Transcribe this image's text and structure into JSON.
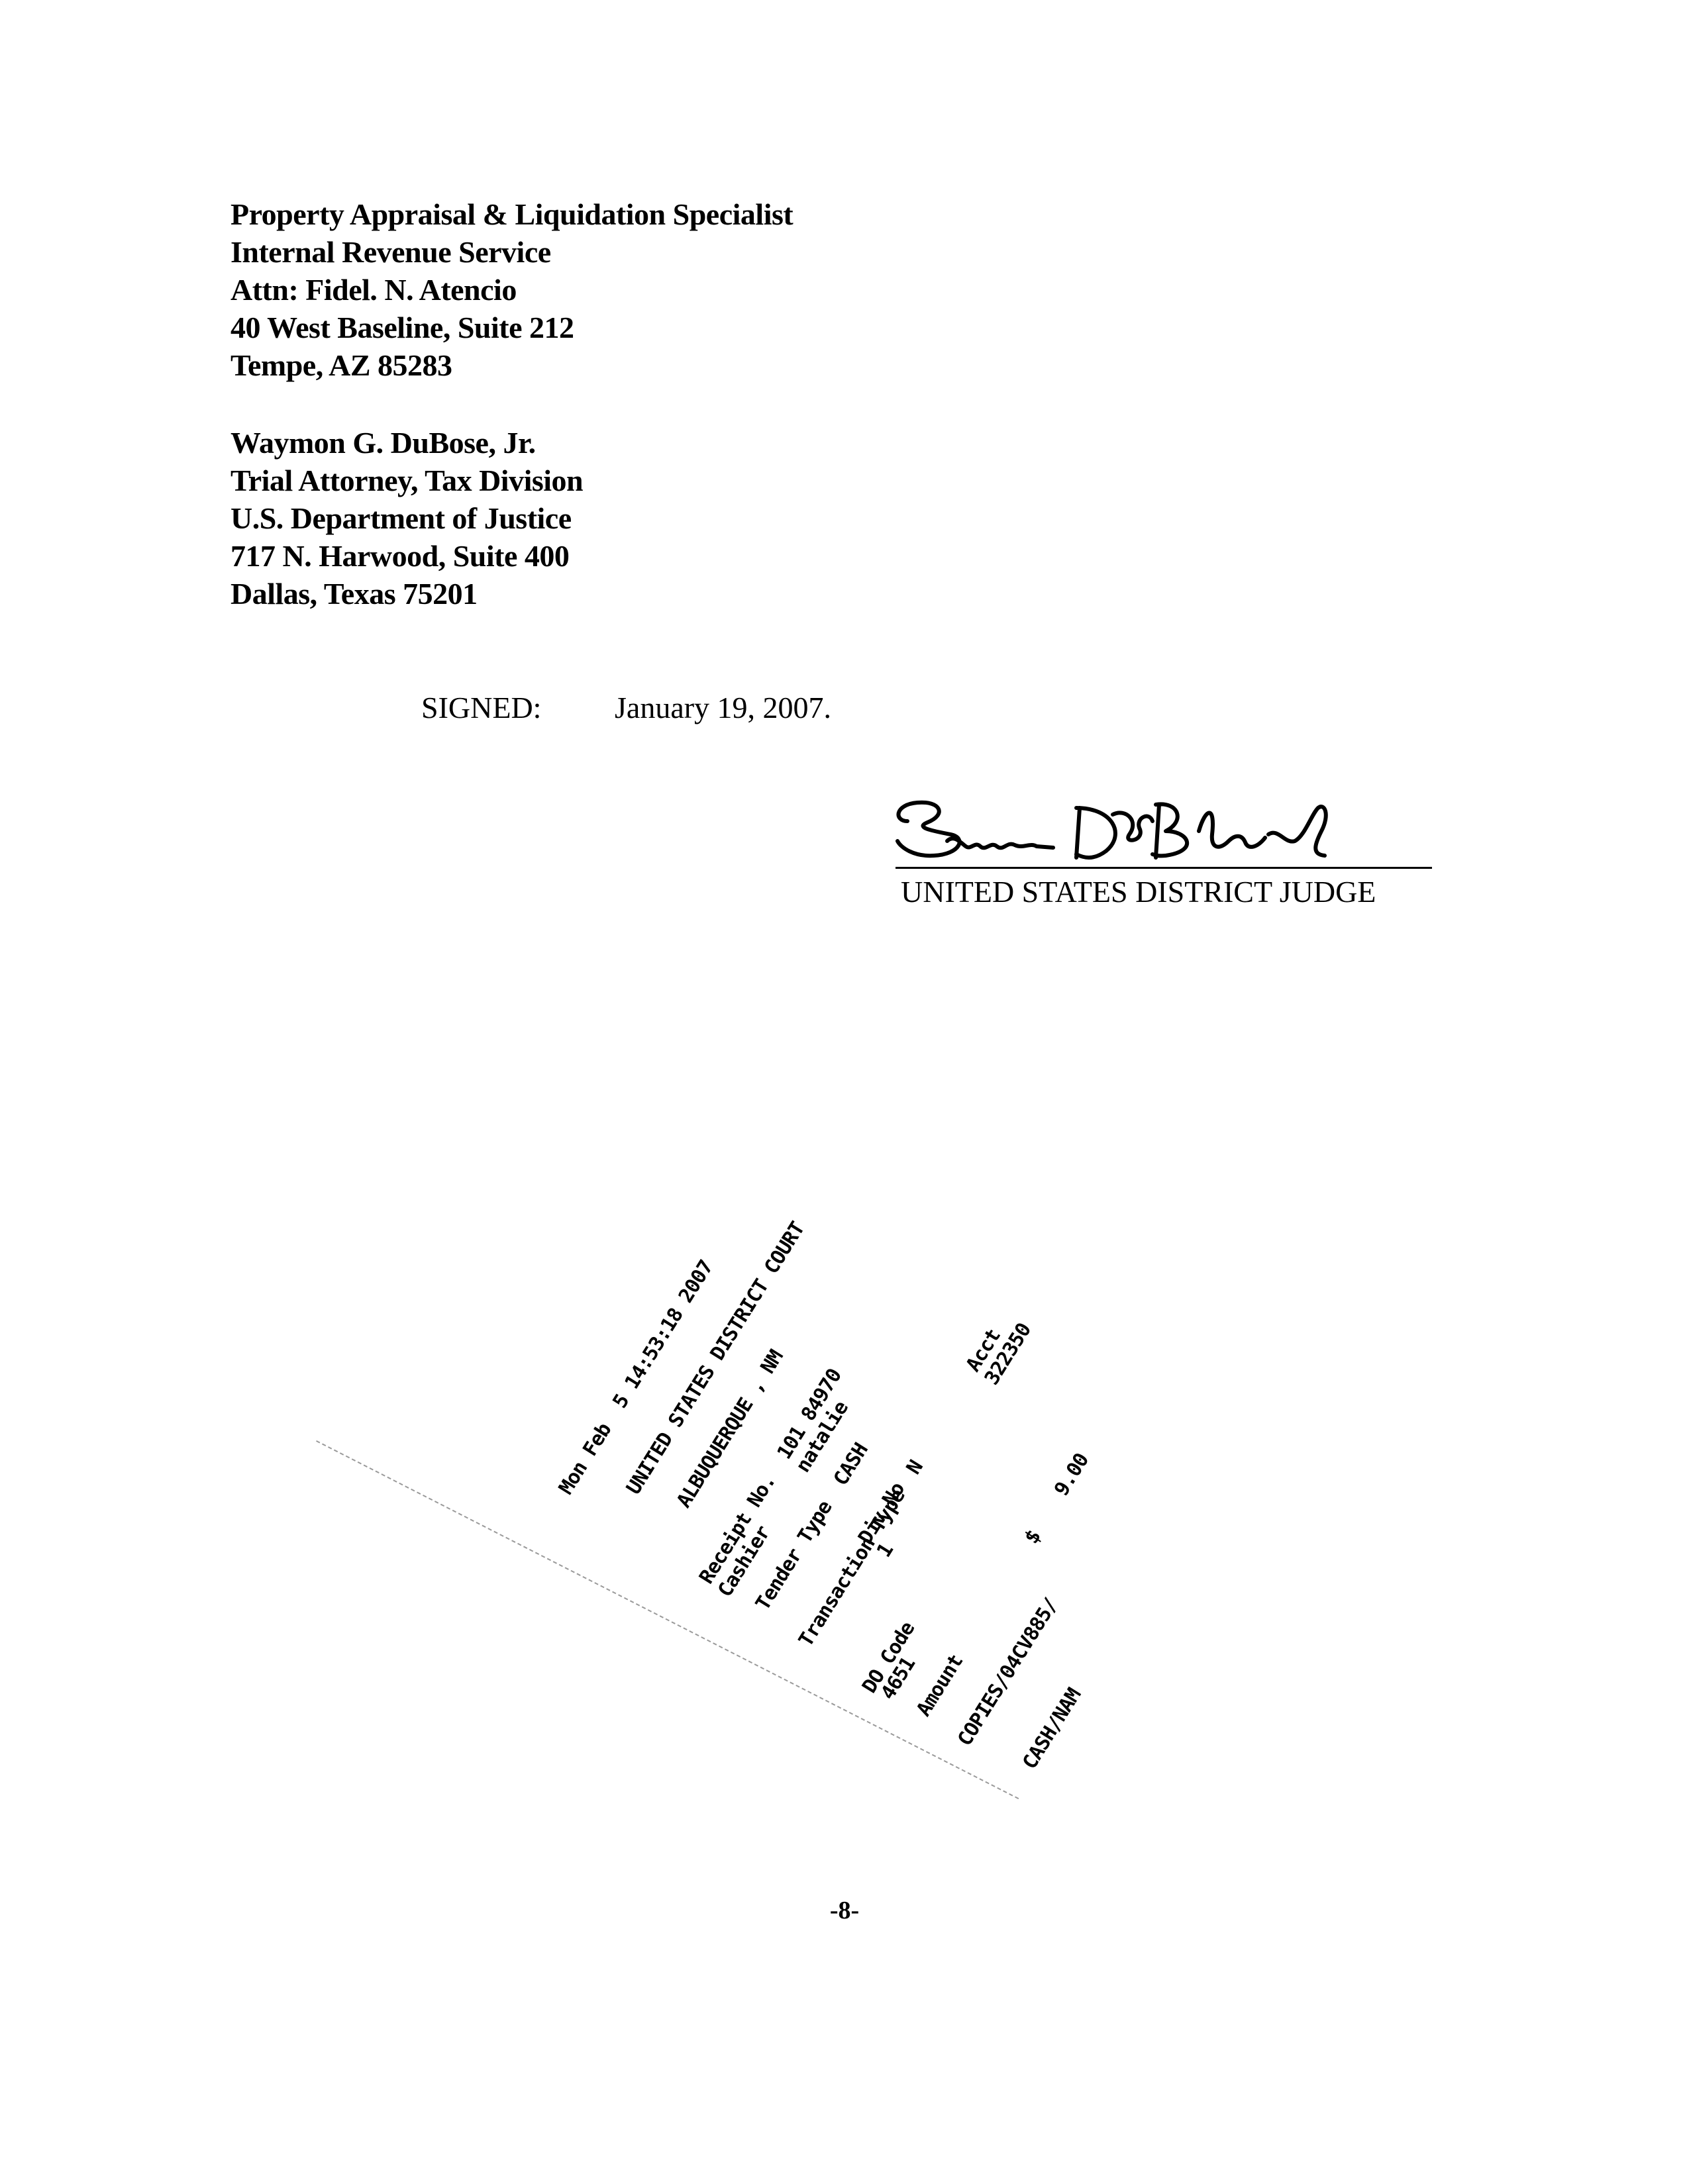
{
  "addressees": [
    {
      "lines": [
        "Property Appraisal & Liquidation Specialist",
        "Internal Revenue Service",
        "Attn: Fidel. N. Atencio",
        "40 West Baseline, Suite 212",
        "Tempe, AZ 85283"
      ]
    },
    {
      "lines": [
        "Waymon G. DuBose, Jr.",
        "Trial Attorney, Tax Division",
        "U.S. Department of Justice",
        "717 N. Harwood, Suite 400",
        "Dallas, Texas 75201"
      ]
    }
  ],
  "signed": {
    "label": "SIGNED:",
    "date": "January 19, 2007."
  },
  "signature": {
    "signer_text": "Bruce D. Black",
    "title": "UNITED STATES DISTRICT JUDGE"
  },
  "receipt": {
    "lines": [
      "Mon Feb  5 14:53:18 2007",
      "UNITED STATES DISTRICT COURT",
      "ALBUQUERQUE , NM",
      "Receipt No.  101 84970",
      "Cashier      natalie",
      "Tender Type  CASH",
      "Transaction Type  N",
      "Div No            Acct",
      "1                 322350",
      "DO Code",
      "4651",
      "Amount            $    9.00",
      "COPIES/04CV885/",
      "CASH/NAM"
    ]
  },
  "page_number": "-8-"
}
